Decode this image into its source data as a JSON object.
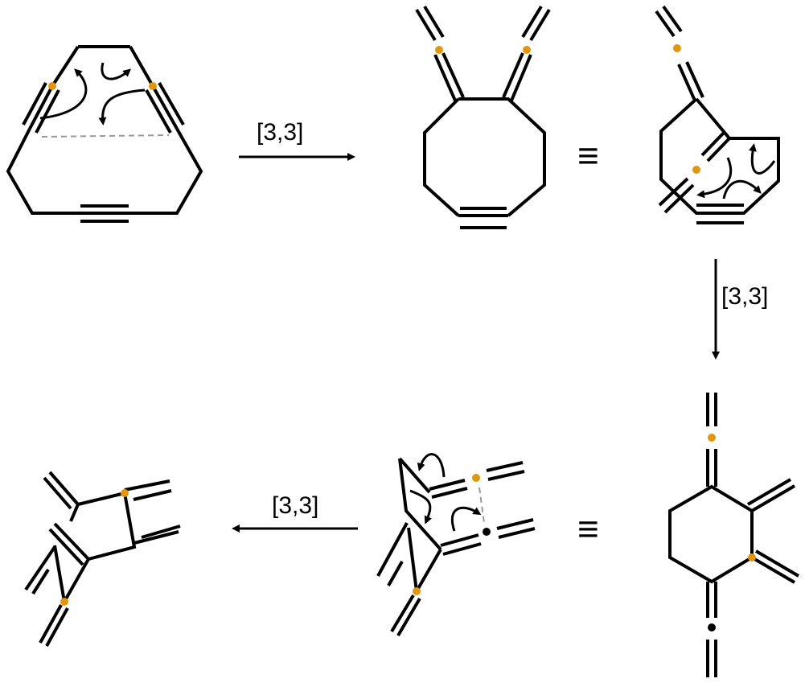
{
  "reaction_labels": {
    "step1": "[3,3]",
    "step2": "[3,3]",
    "step3": "[3,3]"
  },
  "equivalence_symbols": {
    "top": "≡",
    "bottom": "≡"
  },
  "colors": {
    "bond": "#000000",
    "radical_dot_highlight": "#e0960f",
    "radical_dot": "#000000",
    "forming_bond": "#999999"
  }
}
